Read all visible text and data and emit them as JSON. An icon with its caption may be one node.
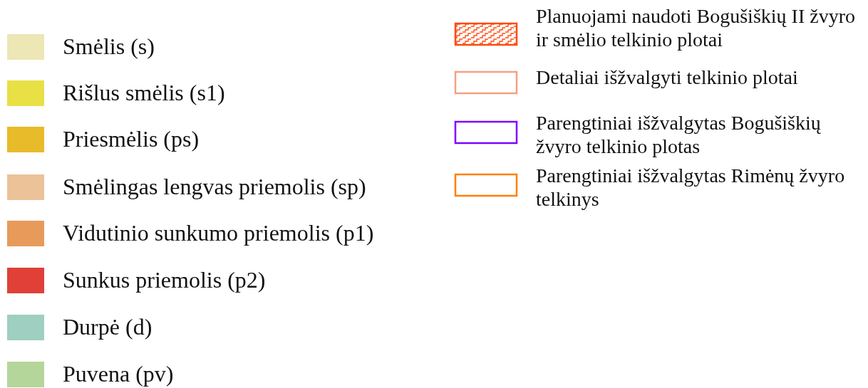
{
  "diagram": {
    "legend": [
      {
        "text": "Smėlis (s)",
        "color": "#ede6b5"
      },
      {
        "text": "Rišlus smėlis (s1)",
        "color": "#e8e045"
      },
      {
        "text": "Priesmėlis (ps)",
        "color": "#e8bb2a"
      },
      {
        "text": "Smėlingas lengvas priemolis (sp)",
        "color": "#ecc299"
      },
      {
        "text": "Vidutinio sunkumo priemolis (p1)",
        "color": "#e89a5a"
      },
      {
        "text": "Sunkus priemolis (p2)",
        "color": "#e04038"
      },
      {
        "text": "Durpė (d)",
        "color": "#9ecfc0"
      },
      {
        "text": "Puvena (pv)",
        "color": "#b5d69a"
      },
      {
        "text": "Planuojami naudoti Bogušiškių II žvyro ir smėlio telkinio plotai"
      },
      {
        "text": "Detaliai išžvalgyti telkinio plotai"
      },
      {
        "text": "Parengtiniai išžvalgytas Bogušiškių žvyro telkinio plotas"
      },
      {
        "text": "Parengtiniai išžvalgytas Rimėnų žvyro telkinys"
      }
    ]
  }
}
